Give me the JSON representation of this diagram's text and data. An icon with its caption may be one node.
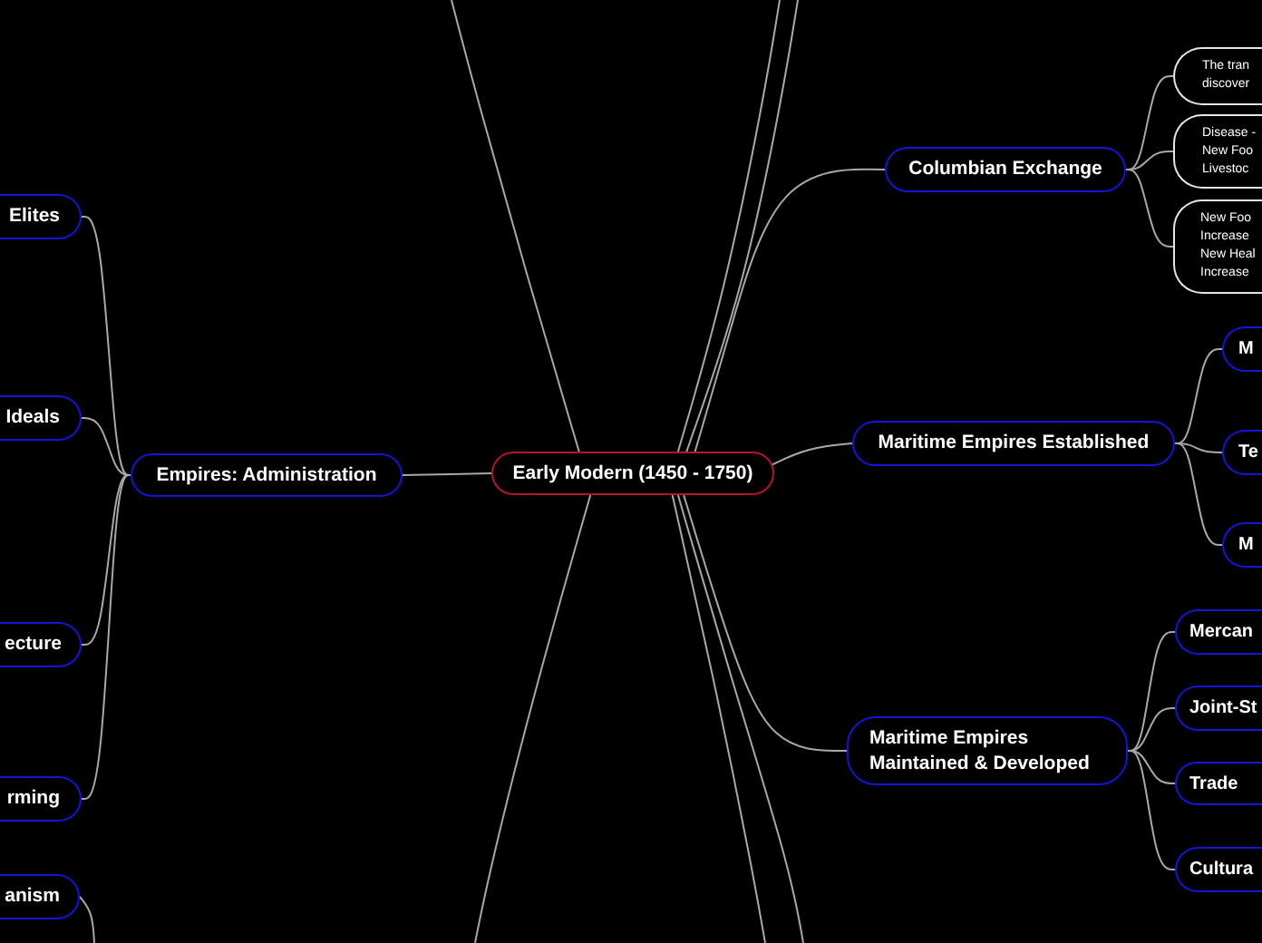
{
  "diagram": {
    "nodes": [
      {
        "text": [
          "Early Modern (1450 - 1750)"
        ]
      },
      {
        "text": [
          "Empires: Administration"
        ]
      },
      {
        "text": [
          "Elites"
        ]
      },
      {
        "text": [
          "Ideals"
        ]
      },
      {
        "text": [
          "ecture"
        ]
      },
      {
        "text": [
          "rming"
        ]
      },
      {
        "text": [
          "anism"
        ]
      },
      {
        "text": [
          "Columbian Exchange"
        ]
      },
      {
        "text": [
          "The tran discover"
        ]
      },
      {
        "text": [
          "Disease - New Foo Livestoc"
        ]
      },
      {
        "text": [
          "New Foo Increase New Heal Increase"
        ]
      },
      {
        "text": [
          "Maritime Empires Established"
        ]
      },
      {
        "text": [
          "M"
        ]
      },
      {
        "text": [
          "Te"
        ]
      },
      {
        "text": [
          "M"
        ]
      },
      {
        "text": [
          "Maritime Empires Maintained & Developed"
        ]
      },
      {
        "text": [
          "Mercan"
        ]
      },
      {
        "text": [
          "Joint-St"
        ]
      },
      {
        "text": [
          "Trade"
        ]
      },
      {
        "text": [
          "Cultura"
        ]
      }
    ],
    "edges": [
      {
        "from": 0,
        "to": 1,
        "arrow": "none"
      },
      {
        "from": 1,
        "to": 2,
        "arrow": "none"
      },
      {
        "from": 1,
        "to": 3,
        "arrow": "none"
      },
      {
        "from": 1,
        "to": 4,
        "arrow": "none"
      },
      {
        "from": 1,
        "to": 5,
        "arrow": "none"
      },
      {
        "from": null,
        "to": 6,
        "arrow": "none"
      },
      {
        "from": 0,
        "to": 7,
        "arrow": "none"
      },
      {
        "from": 7,
        "to": 8,
        "arrow": "none"
      },
      {
        "from": 7,
        "to": 9,
        "arrow": "none"
      },
      {
        "from": 7,
        "to": 10,
        "arrow": "none"
      },
      {
        "from": 0,
        "to": 11,
        "arrow": "none"
      },
      {
        "from": 11,
        "to": 12,
        "arrow": "none"
      },
      {
        "from": 11,
        "to": 13,
        "arrow": "none"
      },
      {
        "from": 11,
        "to": 14,
        "arrow": "none"
      },
      {
        "from": 0,
        "to": 15,
        "arrow": "none"
      },
      {
        "from": 15,
        "to": 16,
        "arrow": "none"
      },
      {
        "from": 15,
        "to": 17,
        "arrow": "none"
      },
      {
        "from": 15,
        "to": 18,
        "arrow": "none"
      },
      {
        "from": 15,
        "to": 19,
        "arrow": "none"
      },
      {
        "from": 0,
        "to": null,
        "arrow": "none"
      },
      {
        "from": 0,
        "to": null,
        "arrow": "none"
      },
      {
        "from": 0,
        "to": null,
        "arrow": "none"
      },
      {
        "from": 0,
        "to": null,
        "arrow": "none"
      },
      {
        "from": 0,
        "to": null,
        "arrow": "none"
      },
      {
        "from": 0,
        "to": null,
        "arrow": "none"
      }
    ]
  }
}
